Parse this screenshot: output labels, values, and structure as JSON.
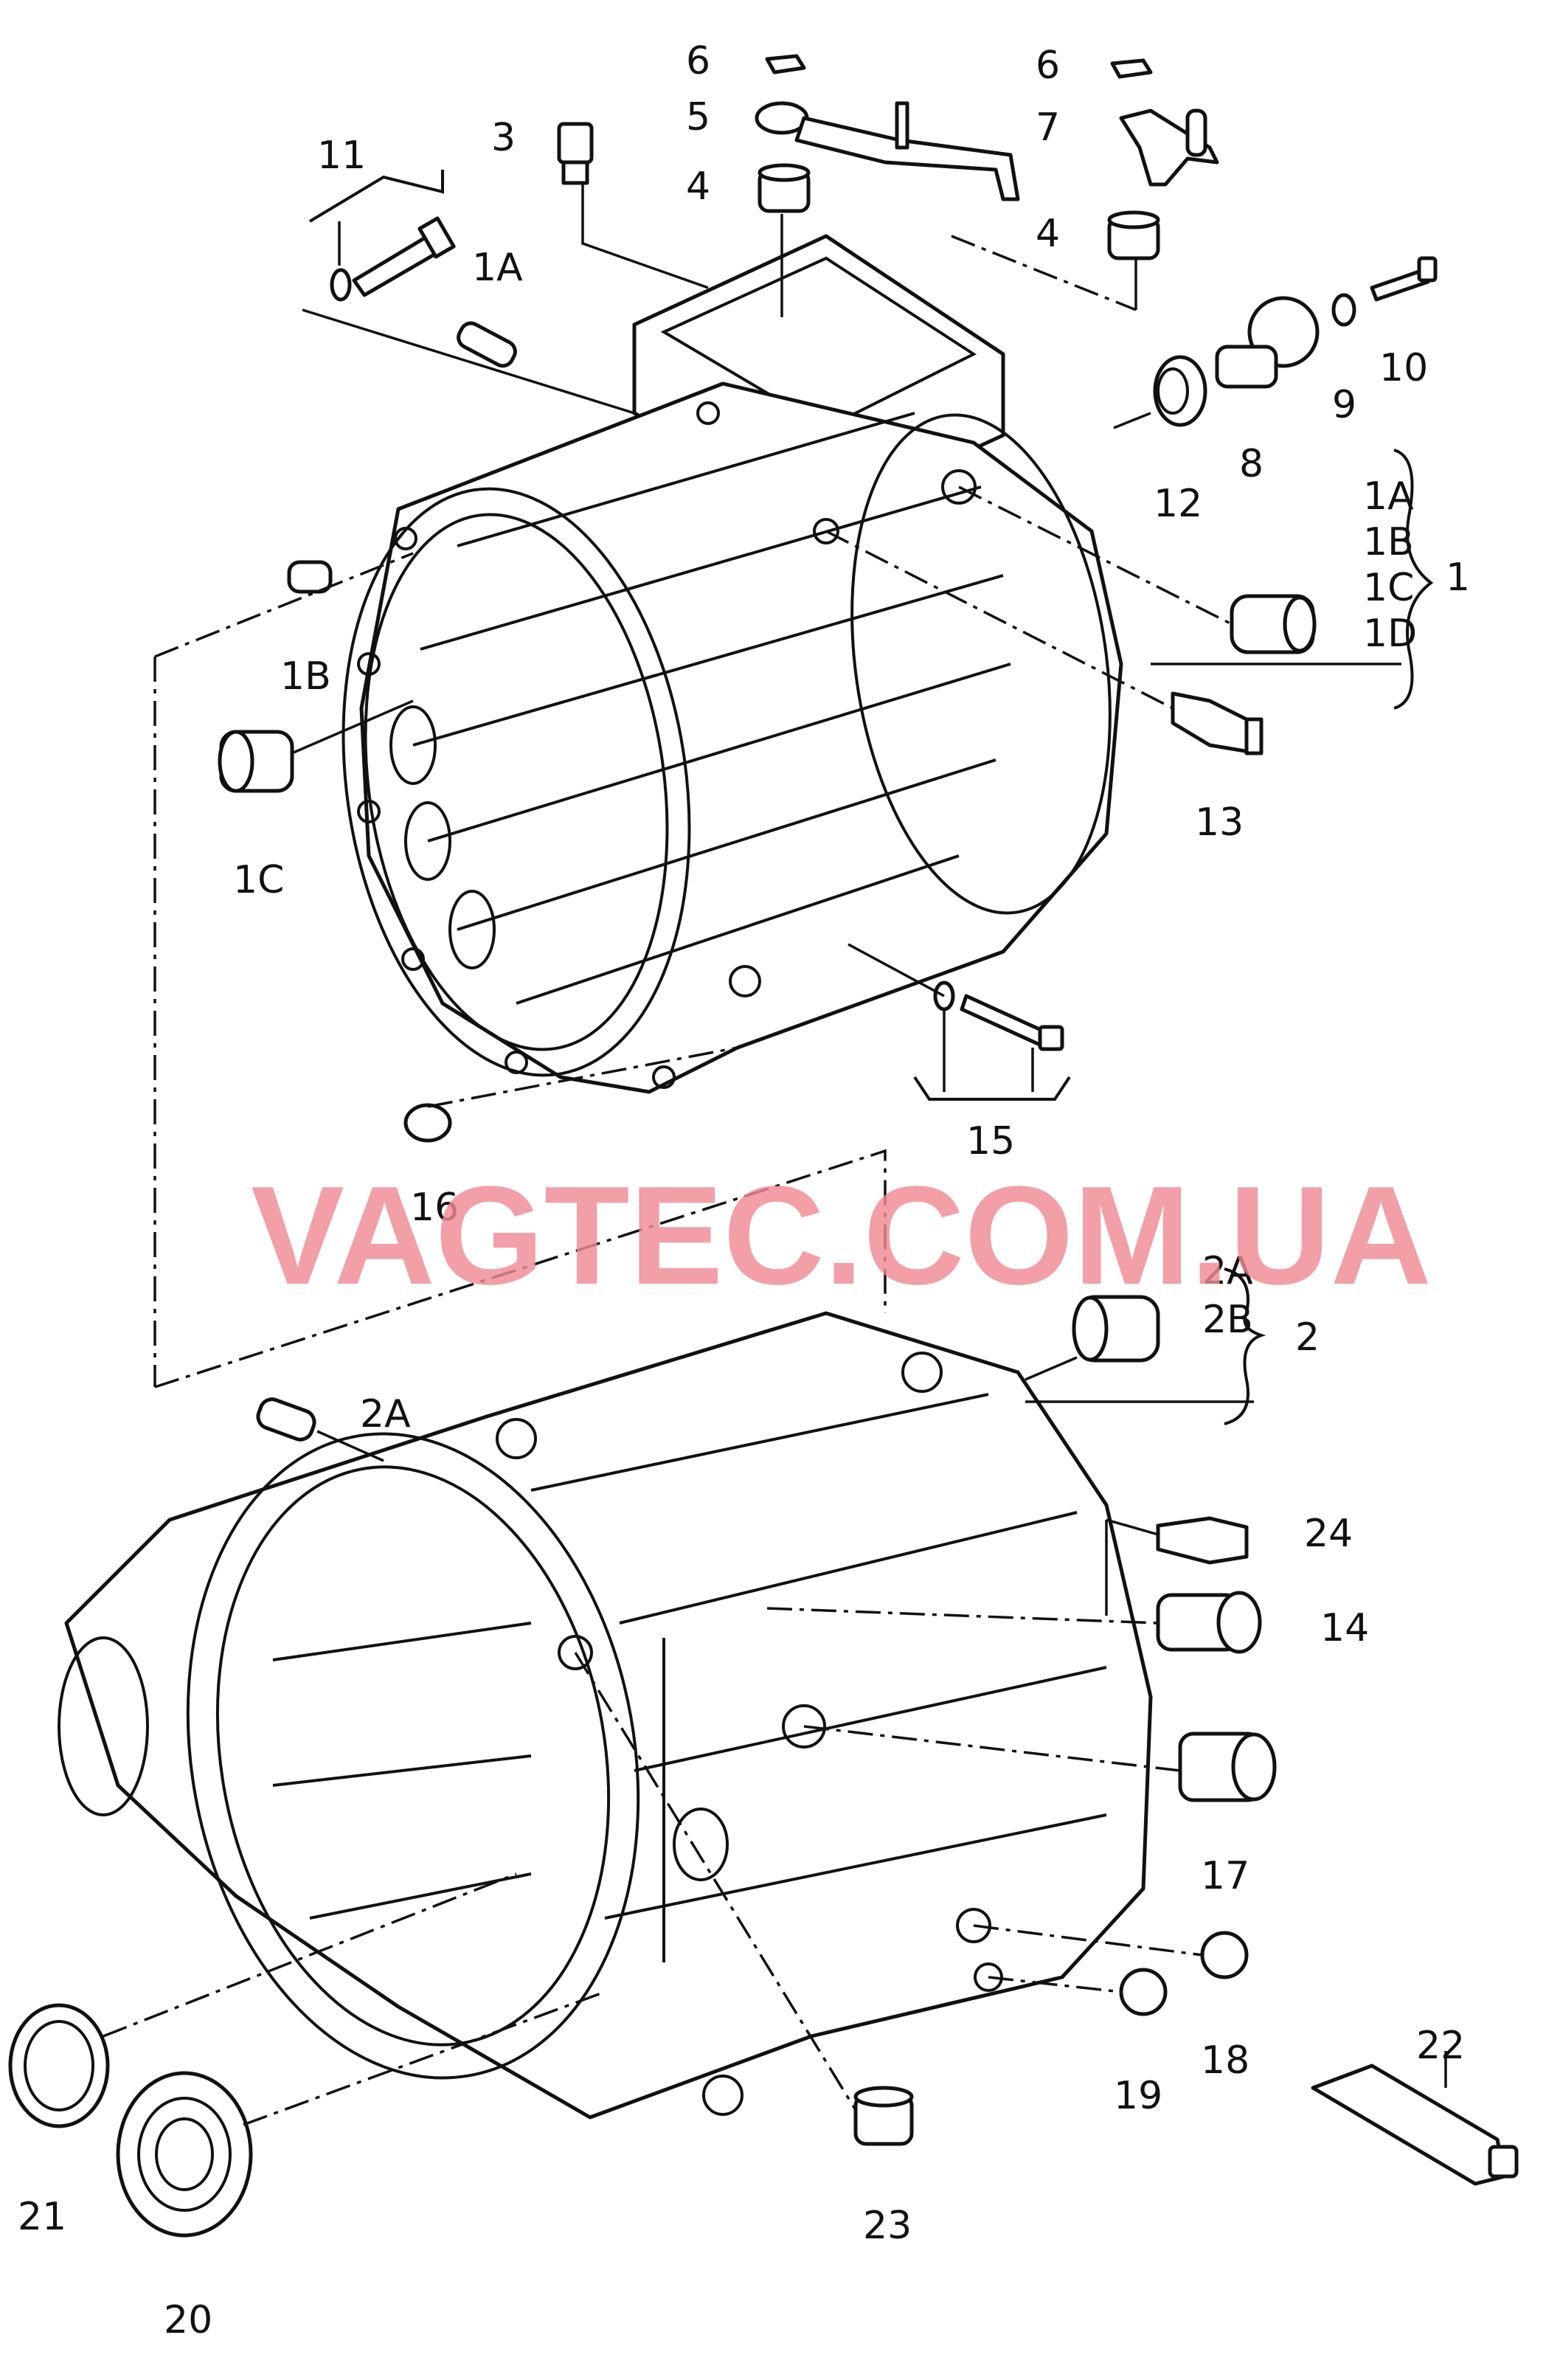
{
  "watermark": "VAGTEC.COM.UA",
  "callouts": {
    "c11": "11",
    "c3": "3",
    "c6a": "6",
    "c5": "5",
    "c4a": "4",
    "c6b": "6",
    "c7": "7",
    "c4b": "4",
    "c1A_top": "1A",
    "c10": "10",
    "c9": "9",
    "c8": "8",
    "c12": "12",
    "c1A": "1A",
    "c1B": "1B",
    "c1C": "1C",
    "c1D": "1D",
    "c1": "1",
    "c1B_left": "1B",
    "c1C_left": "1C",
    "c13": "13",
    "c15": "15",
    "c16": "16",
    "c2A_r": "2A",
    "c2B": "2B",
    "c2": "2",
    "c2A_l": "2A",
    "c24": "24",
    "c14": "14",
    "c17": "17",
    "c18": "18",
    "c19": "19",
    "c22": "22",
    "c21": "21",
    "c20": "20",
    "c23": "23"
  }
}
